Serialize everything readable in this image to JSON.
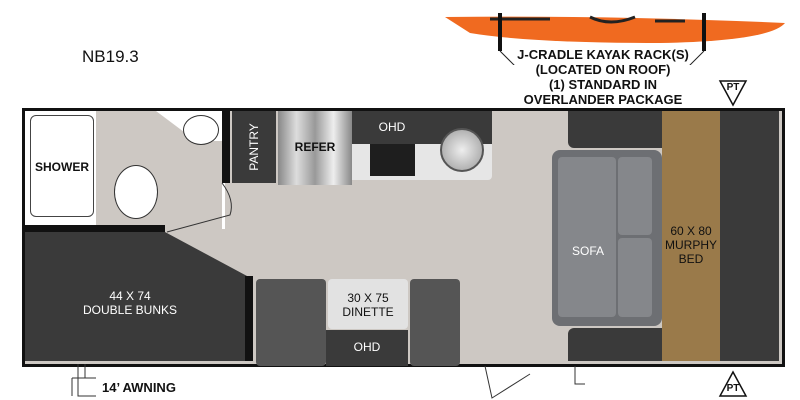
{
  "model": "NB19.3",
  "kayak_note": {
    "lines": [
      "J-CRADLE KAYAK RACK(S)",
      "(LOCATED ON ROOF)",
      "(1) STANDARD IN",
      "OVERLANDER PACKAGE"
    ]
  },
  "rooms": {
    "shower": "SHOWER",
    "pantry": "PANTRY",
    "refer": "REFER",
    "ohd_top": "OHD",
    "sofa": "SOFA",
    "murphy": [
      "60 X 80",
      "MURPHY",
      "BED"
    ],
    "bunks": [
      "44 X 74",
      "DOUBLE BUNKS"
    ],
    "dinette": [
      "30 X 75",
      "DINETTE"
    ],
    "ohd_bottom": "OHD"
  },
  "awning": "14’ AWNING",
  "pt_top": "PT",
  "pt_bottom": "PT",
  "colors": {
    "floor": "#cdc8c3",
    "dark": "#3a3a3a",
    "murphy": "#9a7a4a",
    "kayak": "#f06a20",
    "sofa": "#7d7f83"
  }
}
